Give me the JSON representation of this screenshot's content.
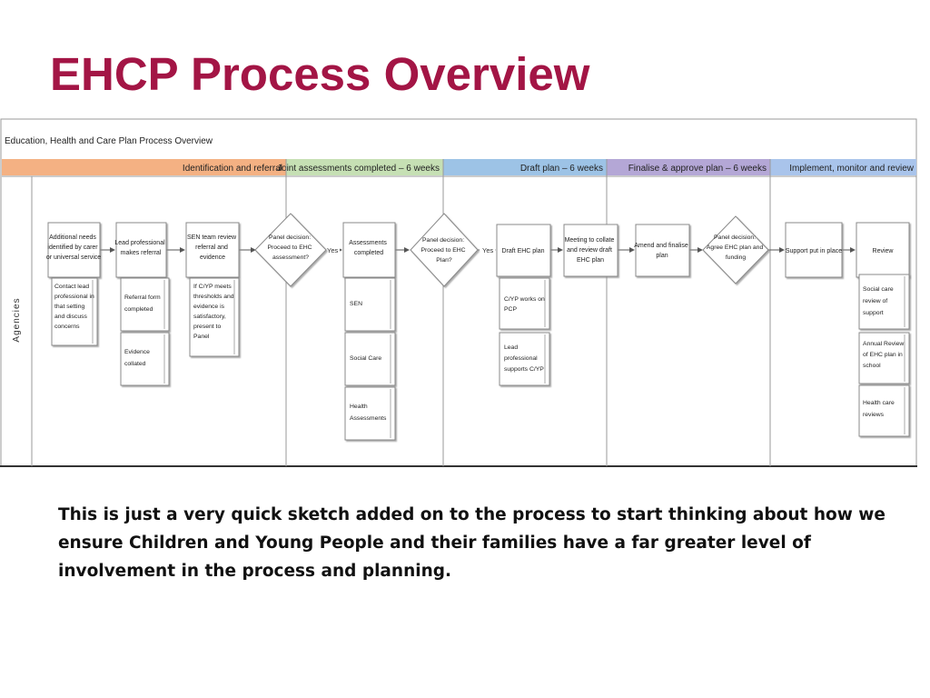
{
  "slide": {
    "title": "EHCP Process Overview",
    "note": "This is just a very quick sketch added on to the process to start thinking about how we ensure Children and Young People and their families have a far greater level of involvement in the process and planning."
  },
  "diagram": {
    "header": "Education, Health and Care Plan Process Overview",
    "lane_label": "Agencies",
    "phases": [
      {
        "label": "Identification and referral",
        "color": "#f4b183"
      },
      {
        "label": "Joint assessments completed – 6 weeks",
        "color": "#c6e0b4"
      },
      {
        "label": "Draft plan  – 6 weeks",
        "color": "#9dc3e6"
      },
      {
        "label": "Finalise & approve plan  – 6 weeks",
        "color": "#b4a7d6"
      },
      {
        "label": "Implement, monitor and review",
        "color": "#a9c4eb"
      }
    ],
    "yes_label": "Yes",
    "steps": [
      {
        "lines": [
          "Additional needs",
          "identified by carer",
          "or universal service"
        ]
      },
      {
        "lines": [
          "Lead professional",
          "makes referral"
        ]
      },
      {
        "lines": [
          "SEN team review",
          "referral and",
          "evidence"
        ]
      },
      {
        "lines": [
          "Assessments",
          "completed"
        ]
      },
      {
        "lines": [
          "Draft EHC plan"
        ]
      },
      {
        "lines": [
          "Meeting to collate",
          "and review draft",
          "EHC plan"
        ]
      },
      {
        "lines": [
          "Amend and finalise",
          "plan"
        ]
      },
      {
        "lines": [
          "Support put in place"
        ]
      },
      {
        "lines": [
          "Review"
        ]
      }
    ],
    "decisions": [
      {
        "lines": [
          "Panel decision:",
          "Proceed to EHC",
          "assessment?"
        ]
      },
      {
        "lines": [
          "Panel decision:",
          "Proceed to EHC",
          "Plan?"
        ]
      },
      {
        "lines": [
          "Panel decision:",
          "Agree EHC plan and",
          "funding"
        ]
      }
    ],
    "sub_boxes": [
      {
        "lines": [
          "Contact lead",
          "professional in",
          "that setting",
          "and discuss",
          "concerns"
        ]
      },
      {
        "lines": [
          "Referral form",
          "completed"
        ]
      },
      {
        "lines": [
          "Evidence",
          "collated"
        ]
      },
      {
        "lines": [
          "If C/YP meets",
          "thresholds and",
          "evidence is",
          "satisfactory,",
          "present to",
          "Panel"
        ]
      },
      {
        "lines": [
          "SEN"
        ]
      },
      {
        "lines": [
          "Social Care"
        ]
      },
      {
        "lines": [
          "Health",
          "Assessments"
        ]
      },
      {
        "lines": [
          "C/YP works on",
          "PCP"
        ]
      },
      {
        "lines": [
          "Lead",
          "professional",
          "supports C/YP"
        ]
      },
      {
        "lines": [
          "Social care",
          "review of",
          "support"
        ]
      },
      {
        "lines": [
          "Annual Review",
          "of EHC plan in",
          "school"
        ]
      },
      {
        "lines": [
          "Health care",
          "reviews"
        ]
      }
    ]
  }
}
